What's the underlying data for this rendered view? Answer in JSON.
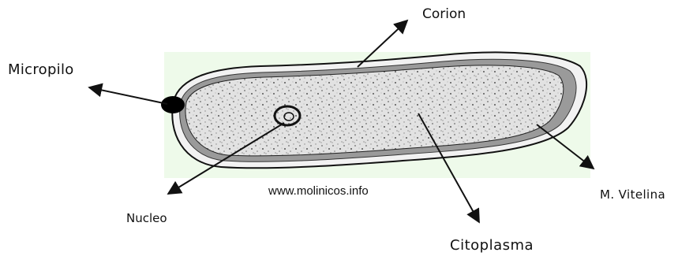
{
  "diagram": {
    "labels": {
      "corion": "Corion",
      "micropilo": "Micropilo",
      "nucleo": "Nucleo",
      "citoplasma": "Citoplasma",
      "vitelina": "M. Vitelina"
    },
    "watermark": "www.molinicos.info"
  },
  "colors": {
    "background_panel": "#eefaea",
    "cytoplasm": "#e6e6e6",
    "membrane": "#9a9a9a",
    "outline": "#111111"
  }
}
